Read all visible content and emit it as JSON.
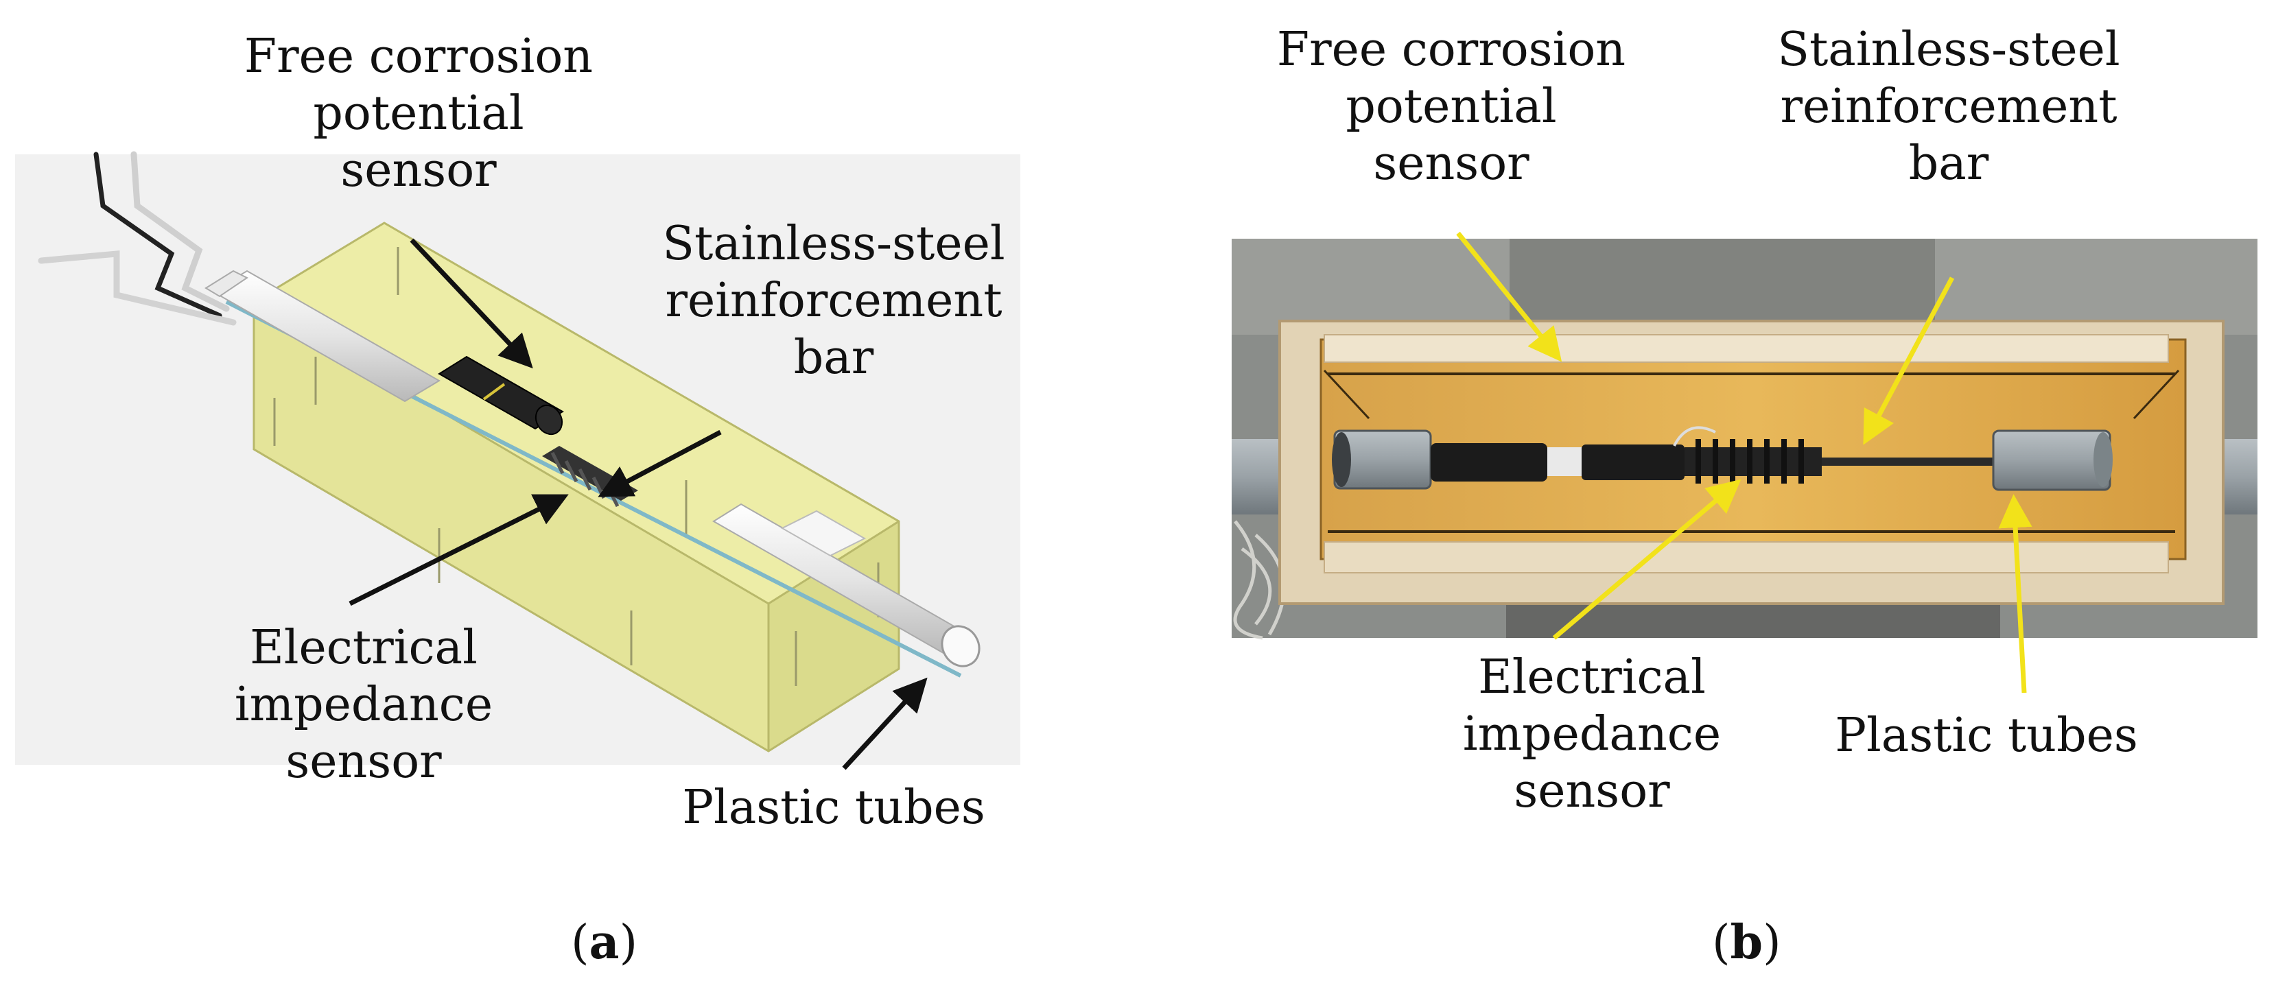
{
  "panel_a": {
    "labels": {
      "free_corrosion": [
        "Free corrosion",
        "potential",
        "sensor"
      ],
      "stainless_bar": [
        "Stainless-steel",
        "reinforcement",
        "bar"
      ],
      "impedance": [
        "Electrical",
        "impedance",
        "sensor"
      ],
      "plastic_tubes": "Plastic tubes"
    },
    "caption_letter": "a",
    "arrow_color": "#111111",
    "box_color": "#e9ea9a"
  },
  "panel_b": {
    "labels": {
      "free_corrosion": [
        "Free corrosion",
        "potential",
        "sensor"
      ],
      "stainless_bar": [
        "Stainless-steel",
        "reinforcement",
        "bar"
      ],
      "impedance": [
        "Electrical",
        "impedance",
        "sensor"
      ],
      "plastic_tubes": "Plastic tubes"
    },
    "caption_letter": "b",
    "arrow_color": "#f2e21a",
    "mold_color": "#e6b04a"
  }
}
